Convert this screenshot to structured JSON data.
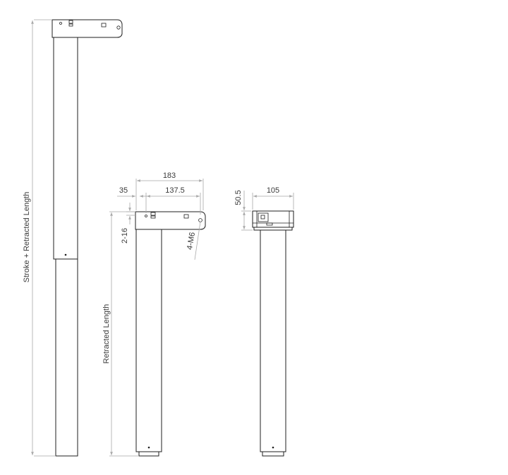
{
  "colors": {
    "outline": "#1f1f1f",
    "dimension": "#a9a9a9",
    "text": "#3a3a3a",
    "background": "#ffffff"
  },
  "labels": {
    "extended_length": "Stroke + Retracted Length",
    "retracted_length": "Retracted Length",
    "width_total": "183",
    "offset_left": "35",
    "hole_span": "137.5",
    "plate_thickness": "2-16",
    "thread_spec": "4-M6",
    "bracket_height": "50.5",
    "side_width": "105"
  }
}
